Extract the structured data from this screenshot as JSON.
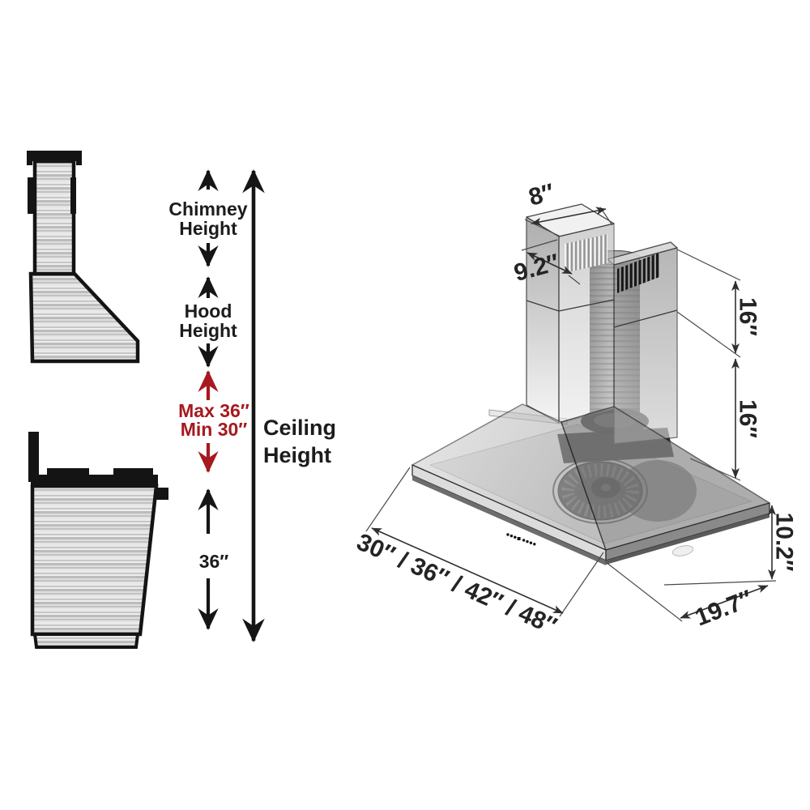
{
  "side_view": {
    "chimney_height_line1": "Chimney",
    "chimney_height_line2": "Height",
    "hood_height_line1": "Hood",
    "hood_height_line2": "Height",
    "mount_max": "Max 36″",
    "mount_min": "Min 30″",
    "ceiling_line1": "Ceiling",
    "ceiling_line2": "Height",
    "hood_to_cooktop": "36″"
  },
  "iso_view": {
    "dimensions": {
      "chimney_top_width": "8″",
      "chimney_top_depth": "9.2″",
      "upper_chimney_section": "16″",
      "lower_chimney_section": "16″",
      "hood_body_height": "10.2″",
      "hood_depth": "19.7″",
      "hood_width_options": "30″ / 36″ / 42″ / 48″"
    }
  },
  "colors": {
    "accent_red": "#a6191e",
    "ink_black": "#151515",
    "dimension_line": "#2f2f2f",
    "steel_light": "#e6e6e6",
    "steel_dark": "#8a8a8a"
  }
}
